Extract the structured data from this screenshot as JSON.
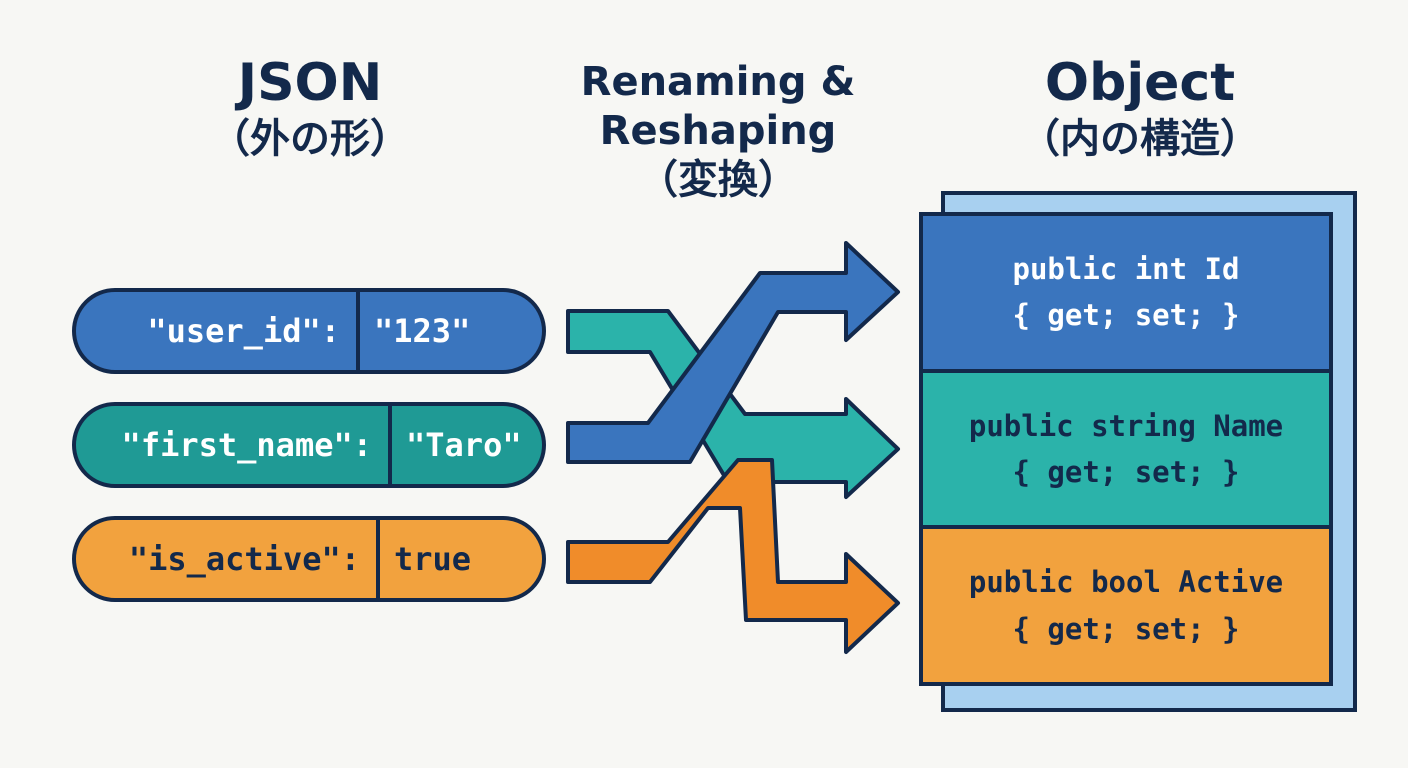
{
  "headings": {
    "json": {
      "title": "JSON",
      "subtitle": "（外の形）"
    },
    "transform": {
      "line1": "Renaming &",
      "line2": "Reshaping",
      "subtitle": "（変換）"
    },
    "object": {
      "title": "Object",
      "subtitle": "（内の構造）"
    }
  },
  "json_fields": [
    {
      "key": "\"user_id\":",
      "value": "\"123\""
    },
    {
      "key": "\"first_name\":",
      "value": "\"Taro\""
    },
    {
      "key": "\"is_active\":",
      "value": "true"
    }
  ],
  "object_properties": [
    {
      "line1": "public int Id",
      "line2": "{ get; set; }"
    },
    {
      "line1": "public string Name",
      "line2": "{ get; set; }"
    },
    {
      "line1": "public bool Active",
      "line2": "{ get; set; }"
    }
  ],
  "colors": {
    "outline": "#13294b",
    "blue": "#3a75be",
    "teal": "#1f9a95",
    "orange": "#f2a23e",
    "background": "#f7f7f4"
  }
}
